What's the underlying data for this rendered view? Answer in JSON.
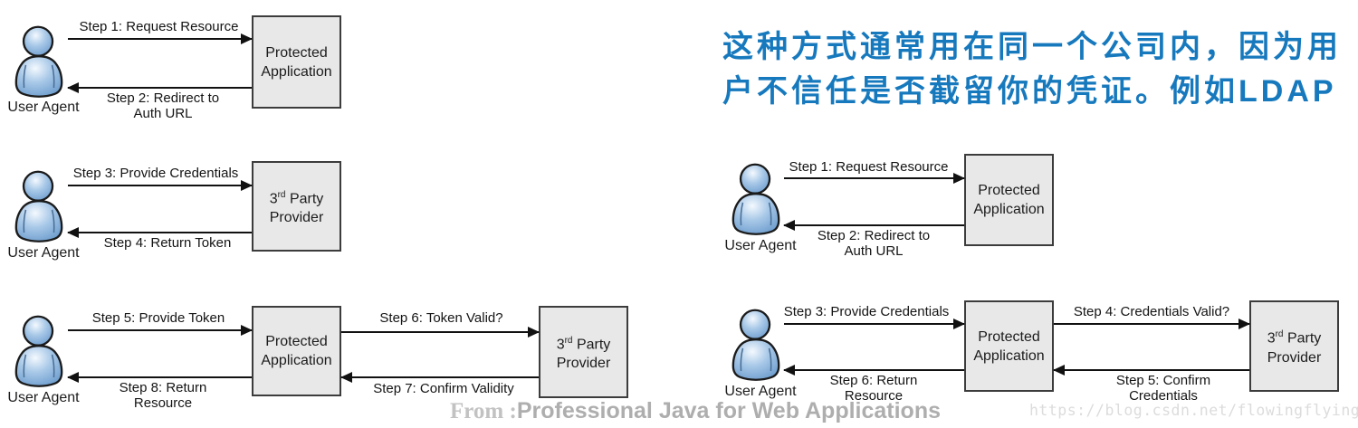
{
  "annotation": {
    "line1": "这种方式通常用在同一个公司内，因为用",
    "line2": "户不信任是否截留你的凭证。例如LDAP",
    "color": "#1779bd"
  },
  "watermark": {
    "prefix": "From :",
    "title": "Professional Java for Web Applications",
    "url": "https://blog.csdn.net/flowingflying"
  },
  "labels": {
    "actor": "User Agent",
    "protected_app": {
      "line1": "Protected",
      "line2": "Application"
    },
    "third_party": {
      "num": "3",
      "sup": "rd",
      "rest": " Party",
      "line2": "Provider"
    }
  },
  "flows": {
    "left_basic": {
      "forward": "Step 1: Request Resource",
      "back1": "Step 2: Redirect to",
      "back2": "Auth URL"
    },
    "left_credentials": {
      "forward": "Step 3: Provide Credentials",
      "back1": "Step 4: Return Token"
    },
    "left_token": {
      "seg1_forward": "Step 5: Provide Token",
      "seg2_forward": "Step 6: Token Valid?",
      "seg2_back": "Step 7: Confirm Validity",
      "seg1_back1": "Step 8: Return",
      "seg1_back2": "Resource"
    },
    "right_basic": {
      "forward": "Step 1: Request Resource",
      "back1": "Step 2: Redirect to",
      "back2": "Auth URL"
    },
    "right_direct": {
      "seg1_forward": "Step 3: Provide Credentials",
      "seg2_forward": "Step 4: Credentials Valid?",
      "seg2_back1": "Step 5: Confirm",
      "seg2_back2": "Credentials",
      "seg1_back1": "Step 6: Return",
      "seg1_back2": "Resource"
    }
  }
}
